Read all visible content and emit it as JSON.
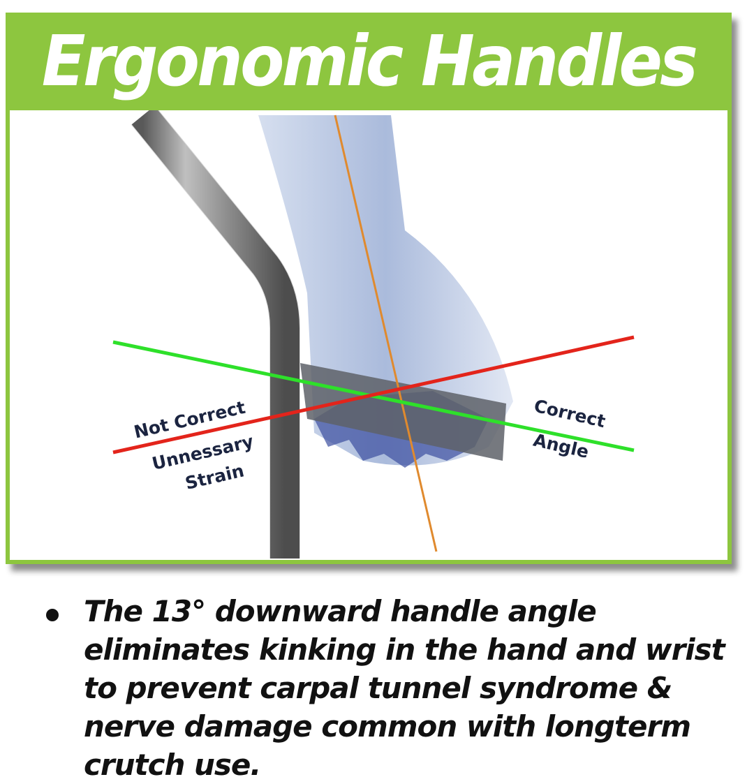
{
  "header": {
    "title": "Ergonomic Handles"
  },
  "diagram": {
    "labels": {
      "not_correct": "Not Correct",
      "unnecessary": "Unnessary",
      "strain": "Strain",
      "correct": "Correct",
      "angle": "Angle"
    },
    "colors": {
      "green_line": "#2ee02a",
      "red_line": "#e3241b",
      "orange_line": "#e08a2e",
      "brand_green": "#8dc63f"
    }
  },
  "bullet": {
    "text": "The 13° downward handle angle eliminates kinking in the hand and wrist to prevent carpal tunnel syndrome & nerve damage common with longterm crutch use."
  }
}
